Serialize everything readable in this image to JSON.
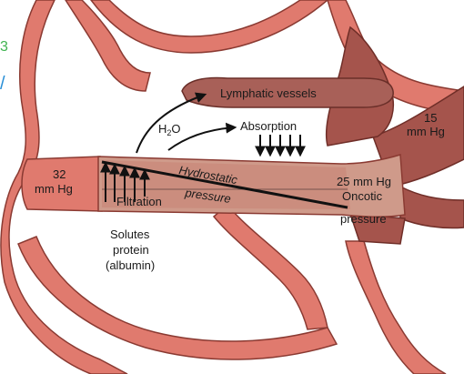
{
  "labels": {
    "lymphatic_vessels": "Lymphatic vessels",
    "h2o_main": "H",
    "h2o_sub": "2",
    "h2o_end": "O",
    "absorption": "Absorption",
    "hydrostatic": "Hydrostatic",
    "pressure_hydro": "pressure",
    "filtration": "Filtration",
    "pressure_32_value": "32",
    "pressure_32_unit": "mm Hg",
    "pressure_15_value": "15",
    "pressure_15_unit": "mm Hg",
    "pressure_25": "25 mm Hg",
    "oncotic": "Oncotic",
    "pressure_oncotic": "pressure",
    "solutes_line1": "Solutes",
    "solutes_line2": "protein",
    "solutes_line3": "(albumin)",
    "corner_mark_top": "3",
    "corner_mark_bottom": "/"
  },
  "colors": {
    "vessel_fill": "#e07a6e",
    "vessel_outline": "#8a3a32",
    "capillary_fill": "#cf9a8a",
    "vein_fill": "#a5544c",
    "lymph_fill": "#a86058",
    "pressure_line": "#111111",
    "corner_mark_green": "#3fb34f",
    "corner_mark_blue": "#2a8fd6"
  }
}
